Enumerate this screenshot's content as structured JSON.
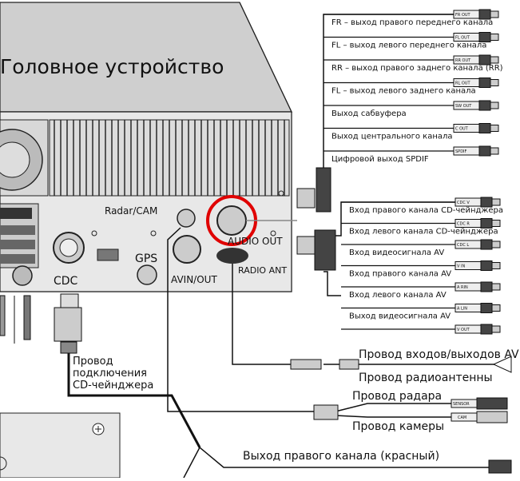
{
  "head_unit": {
    "title": "Головное устройство",
    "ports": {
      "radar_cam": "Radar/CAM",
      "audio_out": "AUDIO OUT",
      "gps": "GPS",
      "cdc": "CDC",
      "avin_out": "AVIN/OUT",
      "radio_ant": "RADIO ANT"
    }
  },
  "audio_outputs": [
    {
      "tag": "FR OUT",
      "label": "FR – выход правого переднего канала"
    },
    {
      "tag": "FL OUT",
      "label": "FL – выход левого переднего канала"
    },
    {
      "tag": "RR OUT",
      "label": "RR – выход правого заднего канала (RR)"
    },
    {
      "tag": "RL OUT",
      "label": "FL – выход левого заднего канала"
    },
    {
      "tag": "SW OUT",
      "label": "Выход сабвуфера"
    },
    {
      "tag": "C OUT",
      "label": "Выход центрального канала"
    },
    {
      "tag": "SPDIF",
      "label": "Цифровой выход SPDIF"
    }
  ],
  "av_inputs": [
    {
      "tag": "CDC V",
      "label": "Вход правого канала CD-чейнджера"
    },
    {
      "tag": "CDC R",
      "label": "Вход левого канала CD-чейнджера"
    },
    {
      "tag": "CDC L",
      "label": "Вход видеосигнала AV"
    },
    {
      "tag": "V IN",
      "label": "Вход правого канала AV"
    },
    {
      "tag": "A RIN",
      "label": "Вход левого канала AV"
    },
    {
      "tag": "A LIN",
      "label": "Выход видеосигнала AV"
    },
    {
      "tag": "V OUT",
      "label": ""
    }
  ],
  "cables": {
    "cd_changer": [
      "Провод",
      "подключения",
      "CD-чейнджера"
    ],
    "av_io": "Провод входов/выходов AV",
    "radio_antenna": "Провод радиоантенны",
    "radar": "Провод радара",
    "camera": "Провод камеры",
    "right_channel_out": "Выход правого канала (красный)"
  },
  "connector_tags": {
    "sensor": "SENSOR",
    "cam": "CAM"
  },
  "colors": {
    "line": "#111111",
    "highlight": "#e00000",
    "panel": "#e2e2e2"
  }
}
